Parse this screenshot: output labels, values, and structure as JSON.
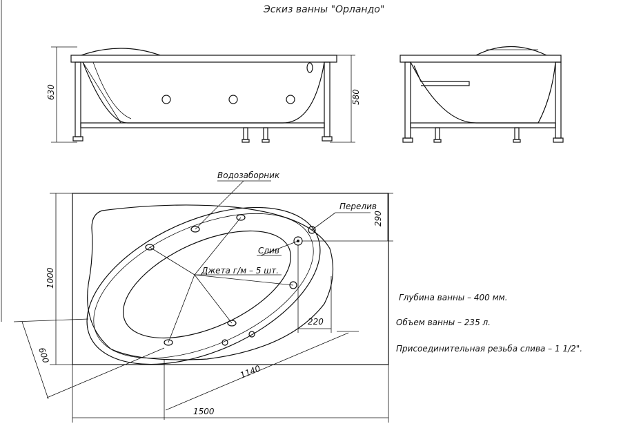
{
  "title": "Эскиз ванны \"Орландо\"",
  "dimensions": {
    "height_total": "630",
    "height_side": "580",
    "width_total": "1500",
    "length_total": "1000",
    "overflow_offset": "290",
    "drain_offset": "220",
    "inner_length": "1140",
    "inner_width": "600"
  },
  "callouts": {
    "intake": "Водозаборник",
    "overflow": "Перелив",
    "drain": "Слив",
    "jets": "Джета г/м – 5 шт."
  },
  "specs": [
    "Глубина ванны – 400 мм.",
    "Объем ванны – 235 л.",
    "Присоединительная резьба слива – 1 1/2\"."
  ]
}
